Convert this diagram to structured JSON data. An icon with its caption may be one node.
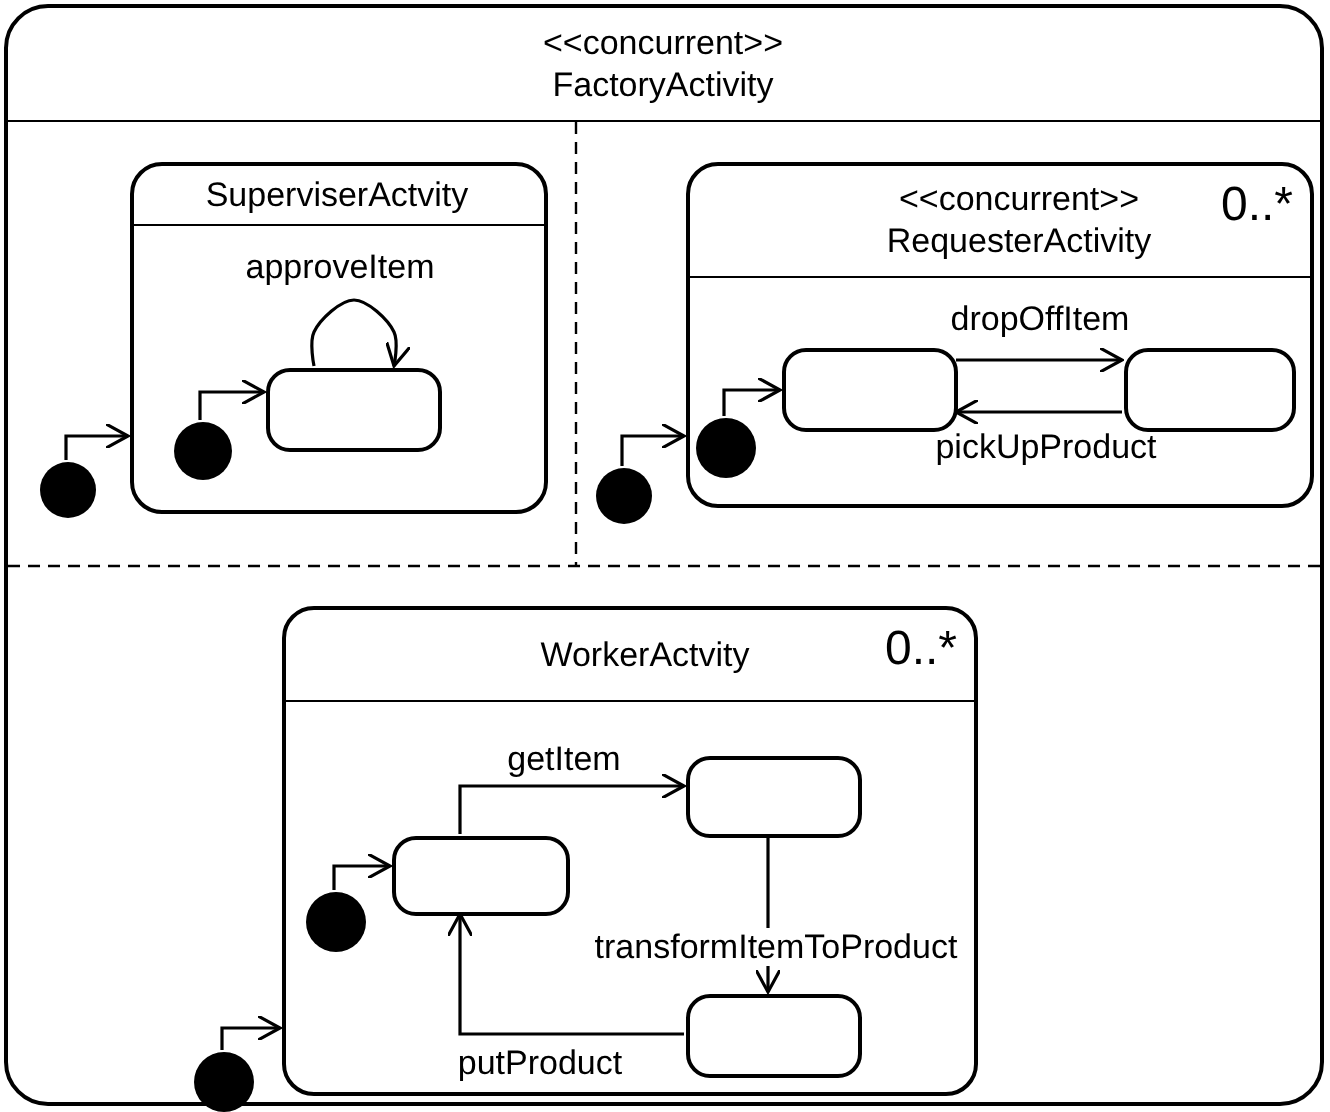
{
  "diagram": {
    "nodes": [
      {
        "text": [
          "<<concurrent>> FactoryActivity"
        ]
      },
      {
        "text": [],
        "shape": "circle",
        "in": 0
      },
      {
        "text": [
          "SuperviserActvity"
        ],
        "in": 0
      },
      {
        "text": [],
        "shape": "circle",
        "in": 2
      },
      {
        "text": [],
        "shape": "box",
        "in": 2
      },
      {
        "text": [],
        "shape": "circle",
        "in": 0
      },
      {
        "text": [
          "<<concurrent>> RequesterActivity",
          "0..*"
        ],
        "in": 0
      },
      {
        "text": [],
        "shape": "circle",
        "in": 6
      },
      {
        "text": [],
        "shape": "box",
        "in": 6
      },
      {
        "text": [],
        "shape": "box",
        "in": 6
      },
      {
        "text": [],
        "shape": "circle",
        "in": 0
      },
      {
        "text": [
          "WorkerActvity",
          "0..*"
        ],
        "in": 0
      },
      {
        "text": [],
        "shape": "circle",
        "in": 11
      },
      {
        "text": [],
        "shape": "box",
        "in": 11
      },
      {
        "text": [],
        "shape": "box",
        "in": 11
      },
      {
        "text": [],
        "shape": "box",
        "in": 11
      }
    ],
    "edges": [
      {
        "from": 1,
        "to": 2,
        "arrow": "to"
      },
      {
        "from": 3,
        "to": 4,
        "arrow": "to"
      },
      {
        "from": 4,
        "to": 4,
        "arrow": "to",
        "label": "approveItem"
      },
      {
        "from": 5,
        "to": 6,
        "arrow": "to"
      },
      {
        "from": 7,
        "to": 8,
        "arrow": "to"
      },
      {
        "from": 8,
        "to": 9,
        "arrow": "to",
        "label": "dropOffItem"
      },
      {
        "from": 9,
        "to": 8,
        "arrow": "to",
        "label": "pickUpProduct"
      },
      {
        "from": 10,
        "to": 11,
        "arrow": "to"
      },
      {
        "from": 12,
        "to": 13,
        "arrow": "to"
      },
      {
        "from": 13,
        "to": 14,
        "arrow": "to",
        "label": "getItem"
      },
      {
        "from": 14,
        "to": 15,
        "arrow": "to",
        "label": "transformItemToProduct"
      },
      {
        "from": 15,
        "to": 13,
        "arrow": "to",
        "label": "putProduct"
      }
    ]
  }
}
